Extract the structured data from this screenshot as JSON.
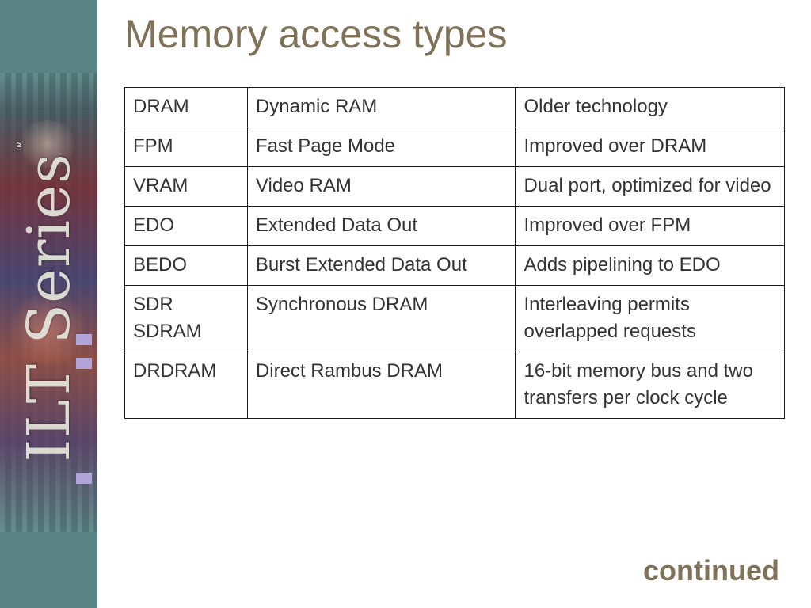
{
  "slide": {
    "title": "Memory access types",
    "footer_text": "continued",
    "logo_text": "ILT Series",
    "logo_trademark": "™",
    "colors": {
      "title": "#7f7259",
      "side_band": "#5a8484",
      "table_text": "#333333"
    }
  },
  "table": {
    "rows": [
      [
        "DRAM",
        "Dynamic RAM",
        "Older technology"
      ],
      [
        "FPM",
        "Fast Page Mode",
        "Improved over DRAM"
      ],
      [
        "VRAM",
        "Video RAM",
        "Dual port, optimized for video"
      ],
      [
        "EDO",
        "Extended Data Out",
        "Improved over FPM"
      ],
      [
        "BEDO",
        "Burst Extended Data Out",
        "Adds pipelining to EDO"
      ],
      [
        "SDR SDRAM",
        "Synchronous DRAM",
        "Interleaving permits overlapped requests"
      ],
      [
        "DRDRAM",
        "Direct Rambus DRAM",
        "16-bit memory bus and two transfers per clock cycle"
      ]
    ]
  }
}
